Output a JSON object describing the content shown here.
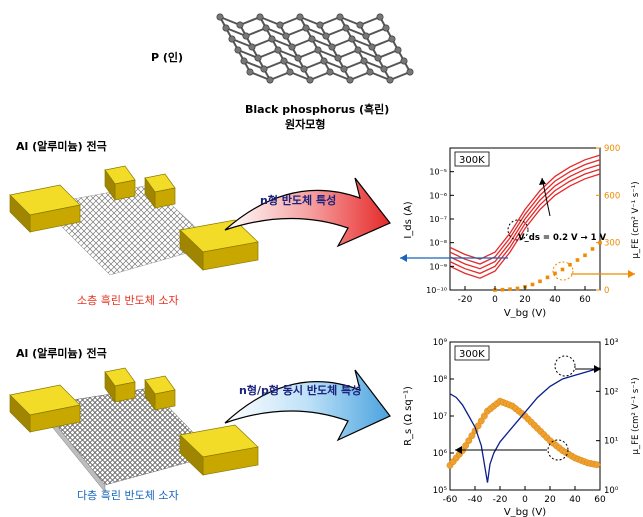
{
  "top": {
    "p_label": "P (인)",
    "caption_line1": "Black phosphorus (흑린)",
    "caption_line2": "원자모형"
  },
  "device1": {
    "electrode_label": "Al (알루미늄) 전극",
    "arrow_label": "n형 반도체 특성",
    "device_label": "소층 흑린 반도체 소자",
    "label_color": "#e8301e"
  },
  "device2": {
    "electrode_label": "Al (알루미늄) 전극",
    "arrow_label": "n형/p형 동시 반도체 특성",
    "device_label": "다층 흑린 반도체 소자",
    "label_color": "#1565c0"
  },
  "chart_data": [
    {
      "type": "line",
      "inset_label": "300K",
      "xlabel": "V_bg (V)",
      "ylabel_left": "I_ds (A)",
      "ylabel_right": "μ_FE (cm² V⁻¹ s⁻¹)",
      "xlim": [
        -30,
        70
      ],
      "ylim_left_log10": [
        -10,
        -4
      ],
      "ylim_right": [
        0,
        900
      ],
      "x_ticks": [
        "-20",
        "0",
        "20",
        "40",
        "60"
      ],
      "y_ticks_left": [
        "10⁻¹⁰",
        "10⁻⁹",
        "10⁻⁸",
        "10⁻⁷",
        "10⁻⁶",
        "10⁻⁵"
      ],
      "y_ticks_right": [
        "0",
        "300",
        "600",
        "900"
      ],
      "annotation": "V_ds = 0.2 V → 1 V",
      "current_color": "#e52929",
      "mobility_color": "#f08a00",
      "series": [
        {
          "x": [
            -30,
            -20,
            -10,
            0,
            10,
            20,
            30,
            40,
            50,
            60,
            70
          ],
          "log10_ids": [
            -9.0,
            -9.3,
            -9.5,
            -9.2,
            -8.4,
            -7.4,
            -6.6,
            -6.0,
            -5.6,
            -5.3,
            -5.1
          ]
        },
        {
          "x": [
            -30,
            -20,
            -10,
            0,
            10,
            20,
            30,
            40,
            50,
            60,
            70
          ],
          "log10_ids": [
            -8.8,
            -9.1,
            -9.3,
            -9.0,
            -8.2,
            -7.2,
            -6.4,
            -5.8,
            -5.4,
            -5.1,
            -4.9
          ]
        },
        {
          "x": [
            -30,
            -20,
            -10,
            0,
            10,
            20,
            30,
            40,
            50,
            60,
            70
          ],
          "log10_ids": [
            -8.6,
            -8.9,
            -9.1,
            -8.8,
            -8.0,
            -7.0,
            -6.2,
            -5.6,
            -5.2,
            -4.9,
            -4.7
          ]
        },
        {
          "x": [
            -30,
            -20,
            -10,
            0,
            10,
            20,
            30,
            40,
            50,
            60,
            70
          ],
          "log10_ids": [
            -8.4,
            -8.7,
            -8.9,
            -8.6,
            -7.8,
            -6.8,
            -6.0,
            -5.4,
            -5.0,
            -4.7,
            -4.5
          ]
        },
        {
          "x": [
            -30,
            -20,
            -10,
            0,
            10,
            20,
            30,
            40,
            50,
            60,
            70
          ],
          "log10_ids": [
            -8.2,
            -8.5,
            -8.7,
            -8.4,
            -7.6,
            -6.6,
            -5.8,
            -5.2,
            -4.8,
            -4.5,
            -4.3
          ]
        }
      ],
      "mobility": {
        "x": [
          0,
          5,
          10,
          15,
          20,
          25,
          30,
          35,
          40,
          45,
          50,
          55,
          60,
          65,
          70
        ],
        "y": [
          0,
          2,
          5,
          10,
          20,
          35,
          55,
          80,
          105,
          130,
          160,
          190,
          220,
          260,
          300
        ]
      }
    },
    {
      "type": "line",
      "inset_label": "300K",
      "xlabel": "V_bg (V)",
      "ylabel_left": "R_s (Ω sq⁻¹)",
      "ylabel_right": "μ_FE (cm² V⁻¹ s⁻¹)",
      "xlim": [
        -60,
        60
      ],
      "ylim_left_log10": [
        5,
        9
      ],
      "ylim_right_log10": [
        0,
        3
      ],
      "x_ticks": [
        "-60",
        "-40",
        "-20",
        "0",
        "20",
        "40",
        "60"
      ],
      "y_ticks_left": [
        "10⁵",
        "10⁶",
        "10⁷",
        "10⁸",
        "10⁹"
      ],
      "y_ticks_right": [
        "10⁰",
        "10¹",
        "10²",
        "10³"
      ],
      "resistance_color": "#0a1f8f",
      "mobility_color": "#f0a030",
      "resistance": {
        "x": [
          -60,
          -55,
          -50,
          -45,
          -40,
          -35,
          -32,
          -30,
          -28,
          -25,
          -20,
          -10,
          0,
          10,
          20,
          30,
          40,
          50,
          60
        ],
        "log10_rs": [
          7.6,
          7.5,
          7.3,
          7.0,
          6.7,
          6.2,
          5.6,
          5.2,
          5.7,
          6.0,
          6.3,
          6.7,
          7.1,
          7.5,
          7.8,
          8.0,
          8.1,
          8.2,
          8.3
        ]
      },
      "mobility": {
        "x": [
          -60,
          -50,
          -40,
          -30,
          -20,
          -10,
          0,
          10,
          20,
          30,
          40,
          50,
          60
        ],
        "log10_mu": [
          0.5,
          0.8,
          1.2,
          1.6,
          1.8,
          1.7,
          1.5,
          1.25,
          1.0,
          0.8,
          0.65,
          0.55,
          0.5
        ]
      }
    }
  ]
}
